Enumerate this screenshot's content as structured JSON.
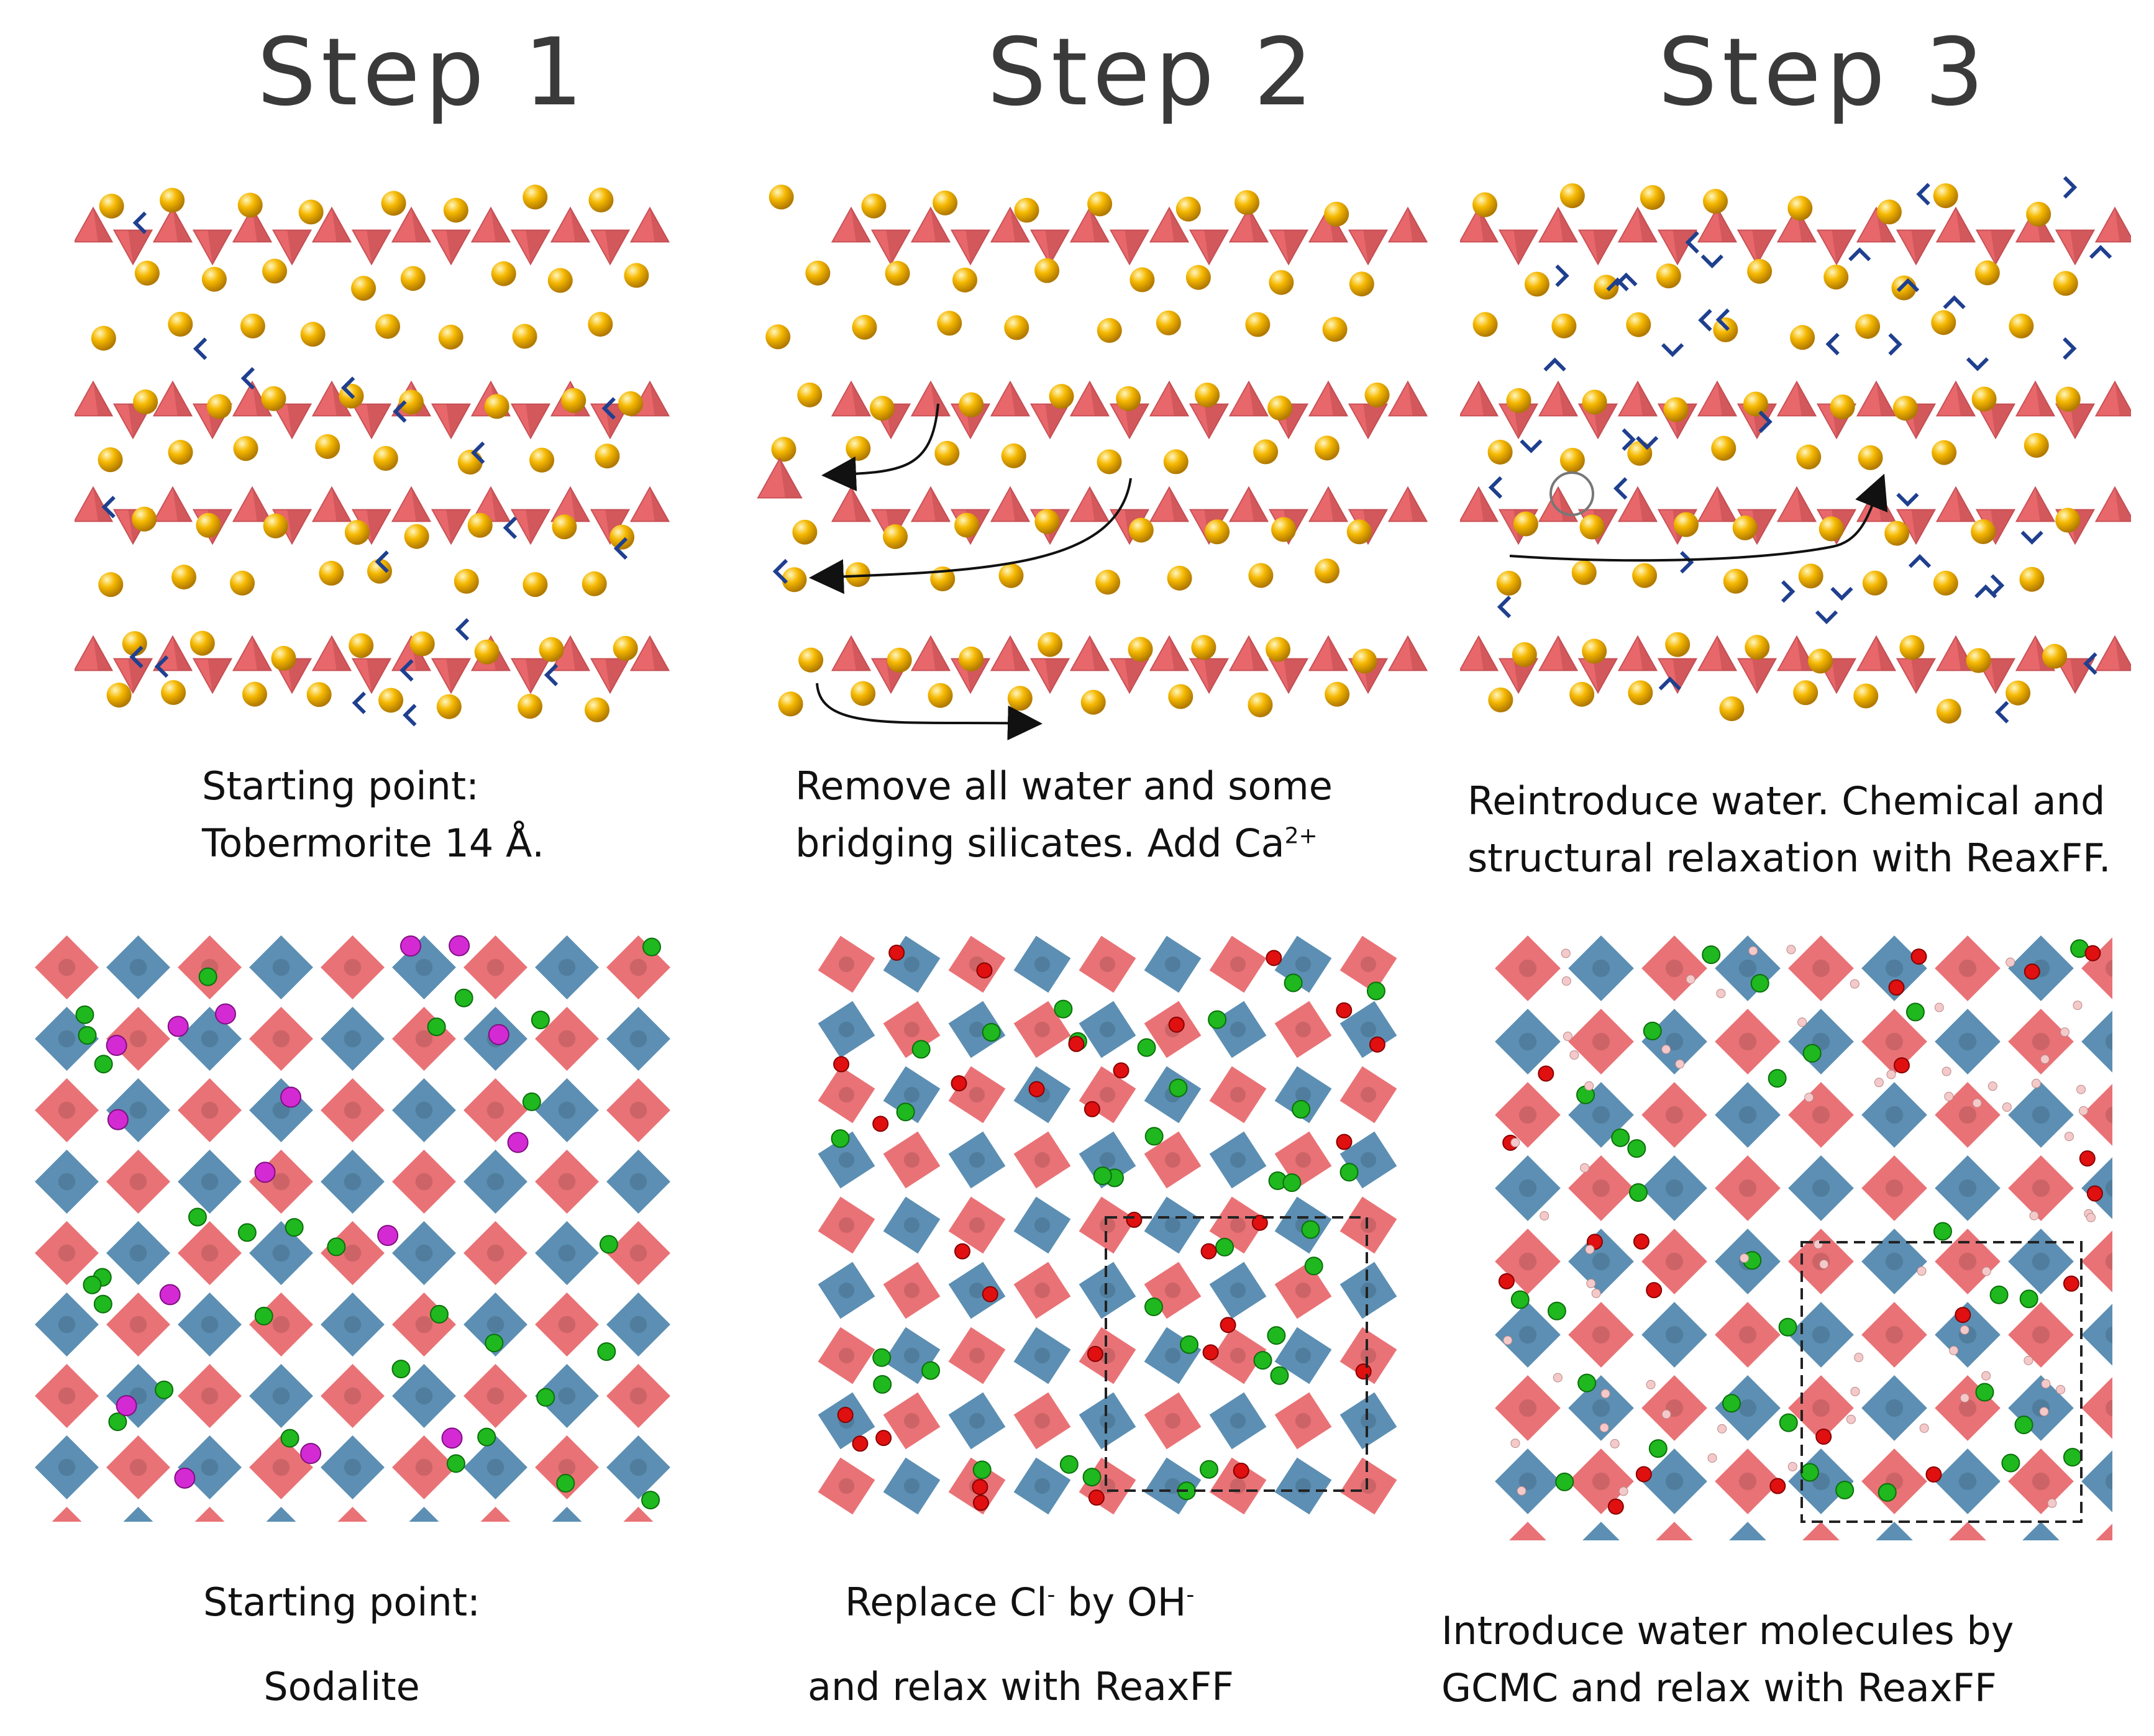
{
  "steps": [
    {
      "title": "Step 1"
    },
    {
      "title": "Step 2"
    },
    {
      "title": "Step 3"
    }
  ],
  "captions": {
    "s1_top": {
      "line1": "Starting point:",
      "line2": "Tobermorite 14 Å."
    },
    "s2_top": {
      "line1": "Remove all water and some",
      "line2": "bridging silicates. Add Ca",
      "sup": "2+"
    },
    "s3_top": {
      "line1": "Reintroduce water. Chemical and",
      "line2": "structural relaxation with ReaxFF."
    },
    "s1_bot": {
      "line1": "Starting point:",
      "line2": "Sodalite"
    },
    "s2_bot": {
      "line1a": "Replace Cl",
      "sup1": "-",
      "line1b": " by OH",
      "sup2": "-",
      "line2": "and relax with ReaxFF"
    },
    "s3_bot": {
      "line1": "Introduce water molecules by",
      "line2": "GCMC  and relax with ReaxFF"
    }
  },
  "colors": {
    "silicate_red": "#e8676b",
    "silicate_dark": "#b8474c",
    "calcium_gold": "#f5b800",
    "water_blue": "#1f3f8f",
    "sodalite_blue": "#4f86ad",
    "chlorine_green": "#1fb81f",
    "oxygen_red": "#e01010",
    "sodium_magenta": "#d42ad4"
  }
}
